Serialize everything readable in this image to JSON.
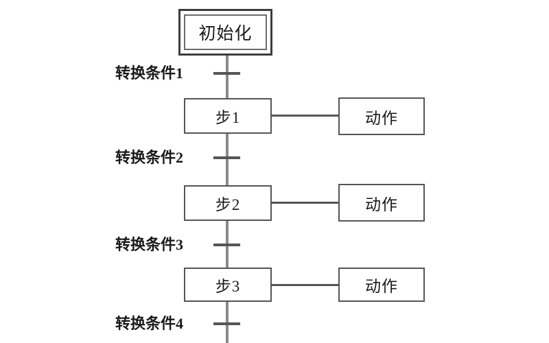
{
  "diagram": {
    "title_text": "",
    "colors": {
      "background": "#ffffff",
      "line": "#555555",
      "spine": "#8a8a8a",
      "box_border": "#555555",
      "init_outer_border": "#3d3d3d",
      "init_inner_border": "#6b6b6b",
      "text": "#1a1a1a"
    },
    "initial_step": {
      "label": "初始化"
    },
    "steps": [
      {
        "label": "步1",
        "action": "动作"
      },
      {
        "label": "步2",
        "action": "动作"
      },
      {
        "label": "步3",
        "action": "动作"
      }
    ],
    "transitions": [
      {
        "label": "转换条件1"
      },
      {
        "label": "转换条件2"
      },
      {
        "label": "转换条件3"
      },
      {
        "label": "转换条件4"
      }
    ]
  }
}
